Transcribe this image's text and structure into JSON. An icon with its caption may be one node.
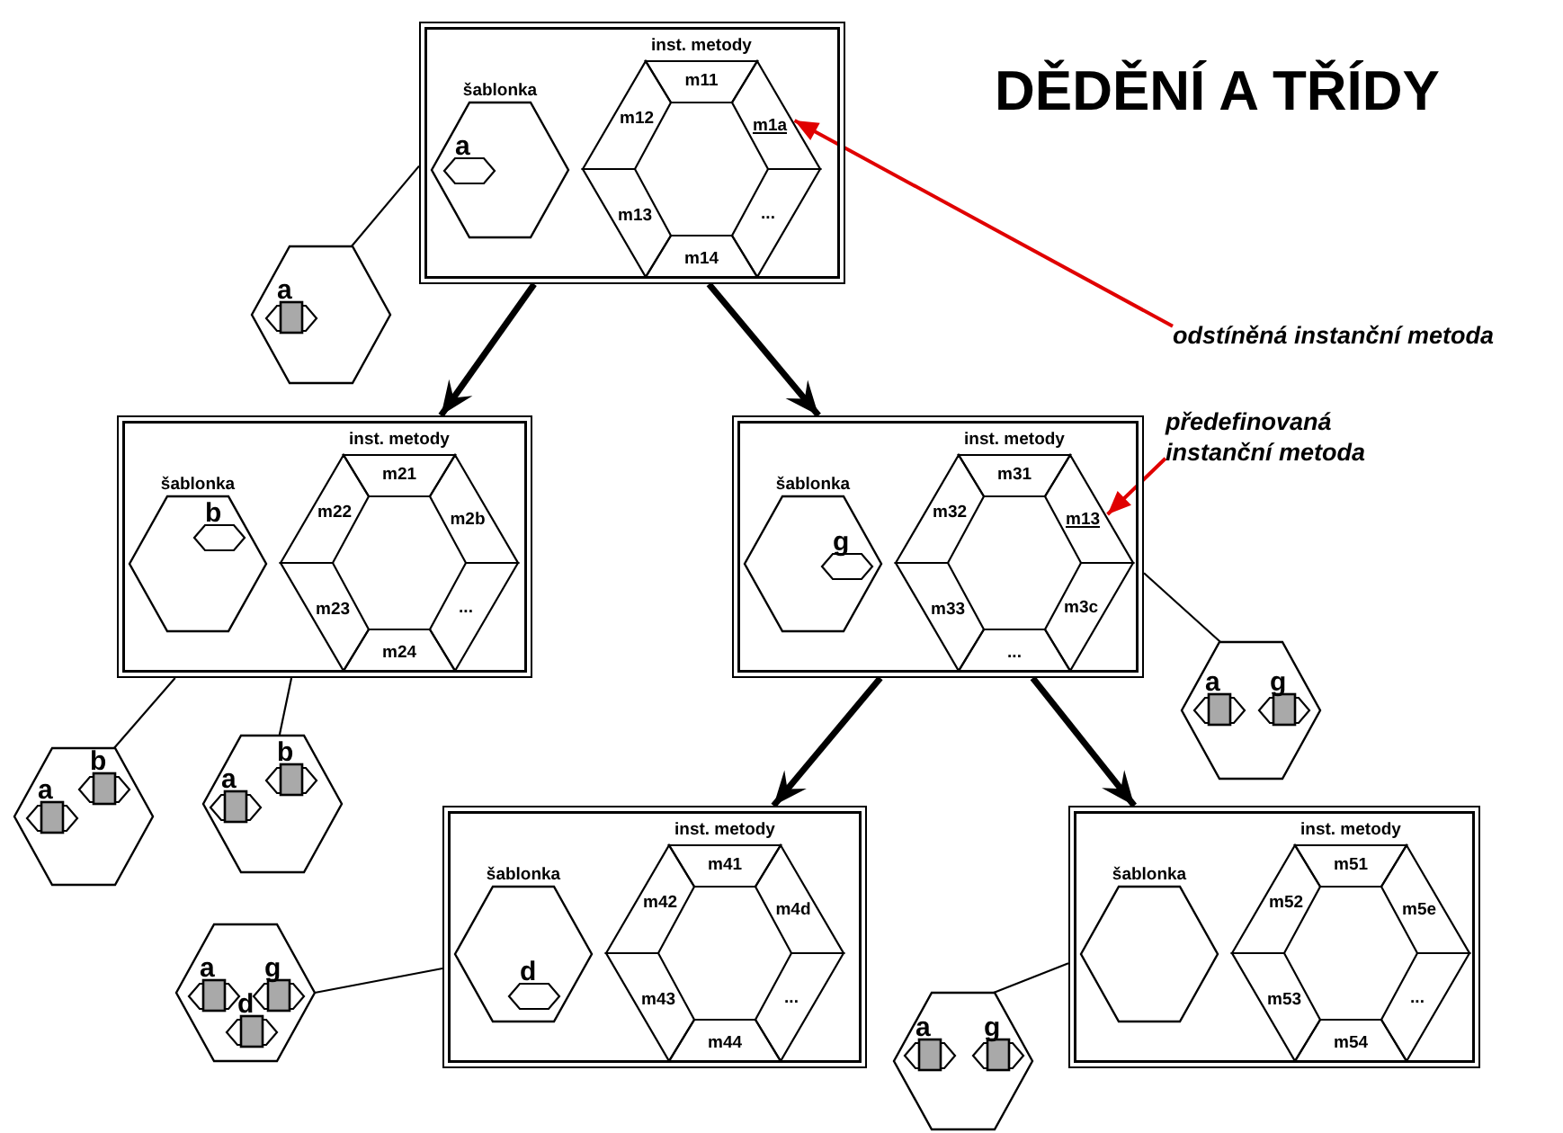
{
  "diagram": {
    "title": "DĚDĚNÍ A TŘÍDY",
    "nodes": [
      {
        "text": [],
        "shape": "box"
      },
      {
        "text": [
          "šablonka"
        ],
        "in": 0
      },
      {
        "text": [
          "a"
        ],
        "in": 1
      },
      {
        "text": [
          "inst. metody"
        ],
        "in": 0
      },
      {
        "text": [
          "m11"
        ],
        "in": 3
      },
      {
        "text": [
          "m12"
        ],
        "in": 3
      },
      {
        "text": [
          "m1a"
        ],
        "in": 3
      },
      {
        "text": [
          "m13"
        ],
        "in": 3
      },
      {
        "text": [
          "..."
        ],
        "in": 3
      },
      {
        "text": [
          "m14"
        ],
        "in": 3
      },
      {
        "text": [
          "odstíněná instanční metoda"
        ]
      },
      {
        "text": [],
        "shape": "hexagon"
      },
      {
        "text": [
          "a"
        ],
        "in": 11
      },
      {
        "text": [],
        "shape": "box"
      },
      {
        "text": [
          "šablonka"
        ],
        "in": 13
      },
      {
        "text": [
          "b"
        ],
        "in": 14
      },
      {
        "text": [
          "inst. metody"
        ],
        "in": 13
      },
      {
        "text": [
          "m21"
        ],
        "in": 16
      },
      {
        "text": [
          "m22"
        ],
        "in": 16
      },
      {
        "text": [
          "m2b"
        ],
        "in": 16
      },
      {
        "text": [
          "m23"
        ],
        "in": 16
      },
      {
        "text": [
          "..."
        ],
        "in": 16
      },
      {
        "text": [
          "m24"
        ],
        "in": 16
      },
      {
        "text": [],
        "shape": "box"
      },
      {
        "text": [
          "šablonka"
        ],
        "in": 23
      },
      {
        "text": [
          "g"
        ],
        "in": 24
      },
      {
        "text": [
          "inst. metody"
        ],
        "in": 23
      },
      {
        "text": [
          "m31"
        ],
        "in": 26
      },
      {
        "text": [
          "m32"
        ],
        "in": 26
      },
      {
        "text": [
          "m13"
        ],
        "in": 26
      },
      {
        "text": [
          "m33"
        ],
        "in": 26
      },
      {
        "text": [
          "m3c"
        ],
        "in": 26
      },
      {
        "text": [
          "..."
        ],
        "in": 26
      },
      {
        "text": [
          "předefinovaná instanční metoda"
        ]
      },
      {
        "text": [],
        "shape": "hexagon"
      },
      {
        "text": [
          "a"
        ],
        "in": 34
      },
      {
        "text": [
          "b"
        ],
        "in": 34
      },
      {
        "text": [],
        "shape": "hexagon"
      },
      {
        "text": [
          "a"
        ],
        "in": 37
      },
      {
        "text": [
          "b"
        ],
        "in": 37
      },
      {
        "text": [],
        "shape": "hexagon"
      },
      {
        "text": [
          "a"
        ],
        "in": 40
      },
      {
        "text": [
          "g"
        ],
        "in": 40
      },
      {
        "text": [],
        "shape": "box"
      },
      {
        "text": [
          "šablonka"
        ],
        "in": 43
      },
      {
        "text": [
          "d"
        ],
        "in": 44
      },
      {
        "text": [
          "inst. metody"
        ],
        "in": 43
      },
      {
        "text": [
          "m41"
        ],
        "in": 46
      },
      {
        "text": [
          "m42"
        ],
        "in": 46
      },
      {
        "text": [
          "m4d"
        ],
        "in": 46
      },
      {
        "text": [
          "m43"
        ],
        "in": 46
      },
      {
        "text": [
          "..."
        ],
        "in": 46
      },
      {
        "text": [
          "m44"
        ],
        "in": 46
      },
      {
        "text": [],
        "shape": "box"
      },
      {
        "text": [
          "šablonka"
        ],
        "in": 53
      },
      {
        "text": [
          "inst. metody"
        ],
        "in": 53
      },
      {
        "text": [
          "m51"
        ],
        "in": 55
      },
      {
        "text": [
          "m52"
        ],
        "in": 55
      },
      {
        "text": [
          "m5e"
        ],
        "in": 55
      },
      {
        "text": [
          "m53"
        ],
        "in": 55
      },
      {
        "text": [
          "..."
        ],
        "in": 55
      },
      {
        "text": [
          "m54"
        ],
        "in": 55
      },
      {
        "text": [],
        "shape": "hexagon"
      },
      {
        "text": [
          "a"
        ],
        "in": 62
      },
      {
        "text": [
          "g"
        ],
        "in": 62
      },
      {
        "text": [
          "d"
        ],
        "in": 62
      },
      {
        "text": [],
        "shape": "hexagon"
      },
      {
        "text": [
          "a"
        ],
        "in": 66
      },
      {
        "text": [
          "g"
        ],
        "in": 66
      }
    ],
    "edges": [
      {
        "from": 0,
        "to": 13,
        "arrow": "to",
        "style": "thick"
      },
      {
        "from": 0,
        "to": 23,
        "arrow": "to",
        "style": "thick"
      },
      {
        "from": 23,
        "to": 43,
        "arrow": "to",
        "style": "thick"
      },
      {
        "from": 23,
        "to": 53,
        "arrow": "to",
        "style": "thick"
      },
      {
        "from": 10,
        "to": 6,
        "arrow": "to",
        "color": "#e00000"
      },
      {
        "from": 33,
        "to": 29,
        "arrow": "to",
        "color": "#e00000"
      },
      {
        "from": 11,
        "to": 0,
        "arrow": "none"
      },
      {
        "from": 34,
        "to": 13,
        "arrow": "none"
      },
      {
        "from": 37,
        "to": 13,
        "arrow": "none"
      },
      {
        "from": 40,
        "to": 23,
        "arrow": "none"
      },
      {
        "from": 62,
        "to": 43,
        "arrow": "none"
      },
      {
        "from": 66,
        "to": 53,
        "arrow": "none"
      }
    ]
  }
}
